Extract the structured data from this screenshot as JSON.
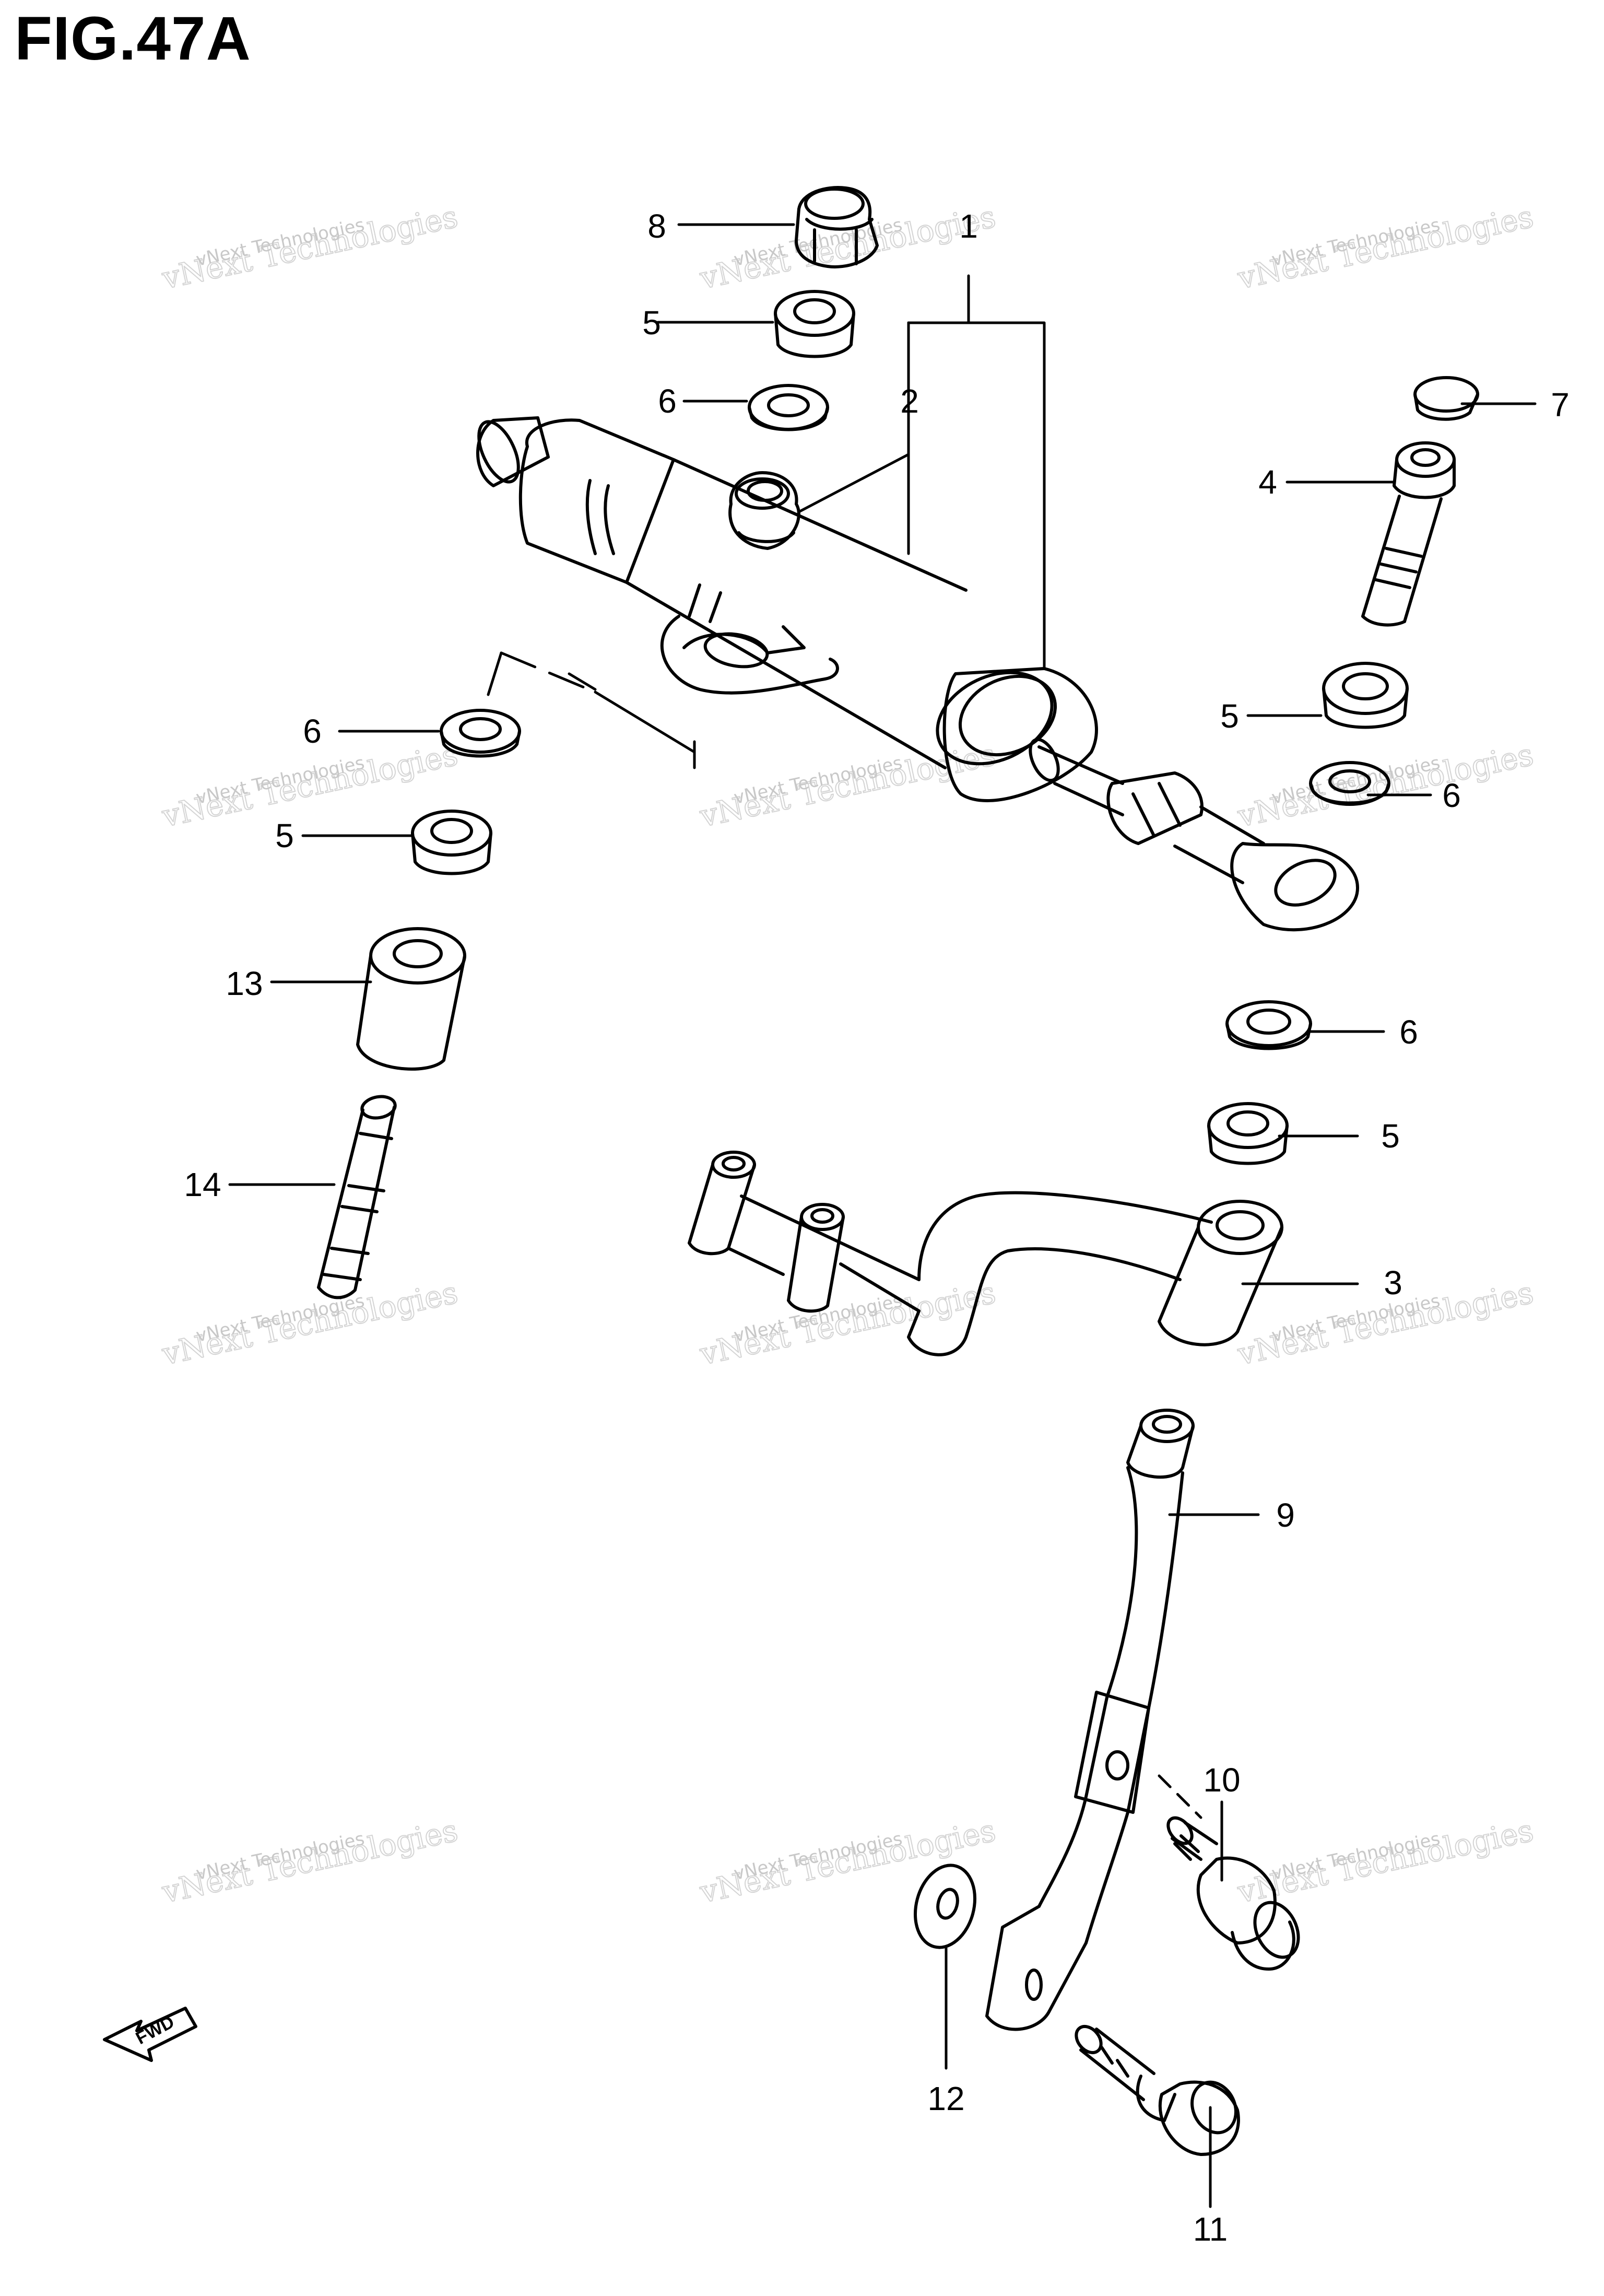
{
  "figure": {
    "title": "FIG.47A"
  },
  "watermark": {
    "line1": "vNext Technologies",
    "line2": "vNext Technologies"
  },
  "fwd": {
    "text": "FWD"
  },
  "callouts": {
    "c1": "1",
    "c2": "2",
    "c3": "3",
    "c4": "4",
    "c5a": "5",
    "c5b": "5",
    "c5c": "5",
    "c5d": "5",
    "c6a": "6",
    "c6b": "6",
    "c6c": "6",
    "c6d": "6",
    "c7": "7",
    "c8": "8",
    "c9": "9",
    "c10": "10",
    "c11": "11",
    "c12": "12",
    "c13": "13",
    "c14": "14"
  },
  "colors": {
    "ink": "#000000",
    "watermark": "#cfcfcf",
    "background": "#ffffff"
  }
}
